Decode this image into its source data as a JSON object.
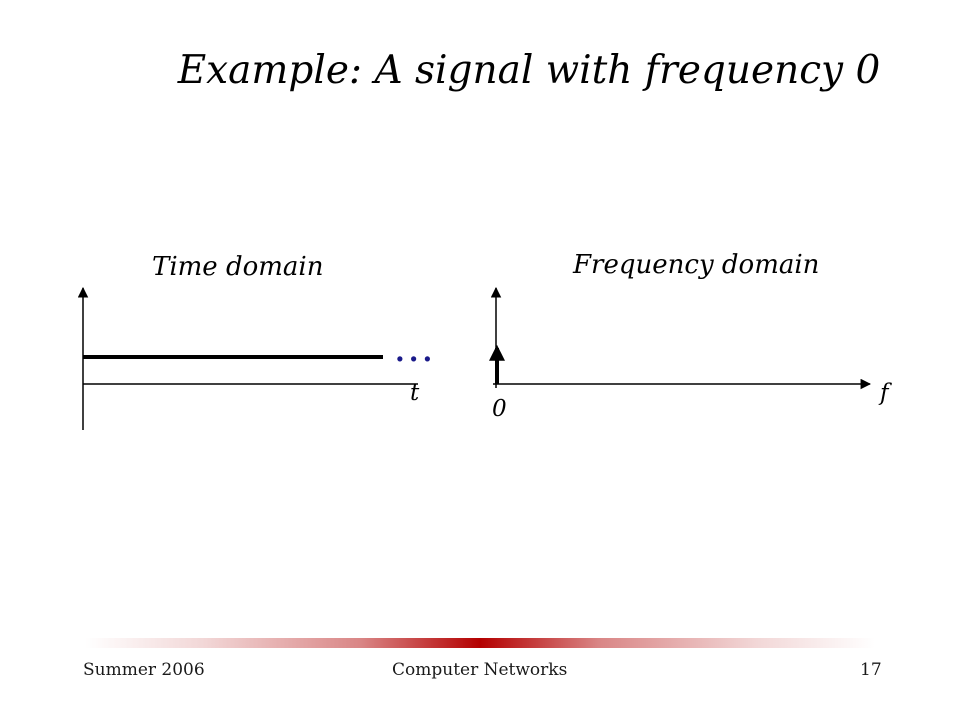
{
  "slide": {
    "title": "Example: A signal with frequency 0"
  },
  "time_panel": {
    "label": "Time domain",
    "x_axis_label": "t",
    "continuation_mark": "..."
  },
  "frequency_panel": {
    "label": "Frequency domain",
    "x_axis_label": "f",
    "impulse_position_label": "0"
  },
  "footer": {
    "left": "Summer 2006",
    "center": "Computer Networks",
    "page_number": "17",
    "rule_accent_color": "#b40000"
  },
  "colors": {
    "ink": "#000000",
    "dots": "#1a1a8a"
  }
}
